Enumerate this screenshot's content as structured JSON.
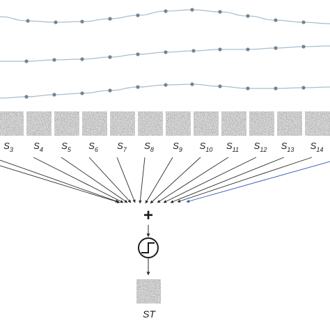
{
  "diagram": {
    "signal_labels": [
      {
        "base": "S",
        "sub": "3"
      },
      {
        "base": "S",
        "sub": "4"
      },
      {
        "base": "S",
        "sub": "5"
      },
      {
        "base": "S",
        "sub": "6"
      },
      {
        "base": "S",
        "sub": "7"
      },
      {
        "base": "S",
        "sub": "8"
      },
      {
        "base": "S",
        "sub": "9"
      },
      {
        "base": "S",
        "sub": "10"
      },
      {
        "base": "S",
        "sub": "11"
      },
      {
        "base": "S",
        "sub": "12"
      },
      {
        "base": "S",
        "sub": "13"
      },
      {
        "base": "S",
        "sub": "14"
      }
    ],
    "sum_symbol": "+",
    "output_label": "ST",
    "colors": {
      "curve_line": "#a9bdc9",
      "curve_dot": "#6f8592",
      "arrow": "#2a2a2a",
      "last_arrow": "#2b4fb8",
      "text": "#1a1a1a"
    },
    "icons": [
      "step-function-icon",
      "noise-texture-icon",
      "arrow-icon"
    ]
  }
}
